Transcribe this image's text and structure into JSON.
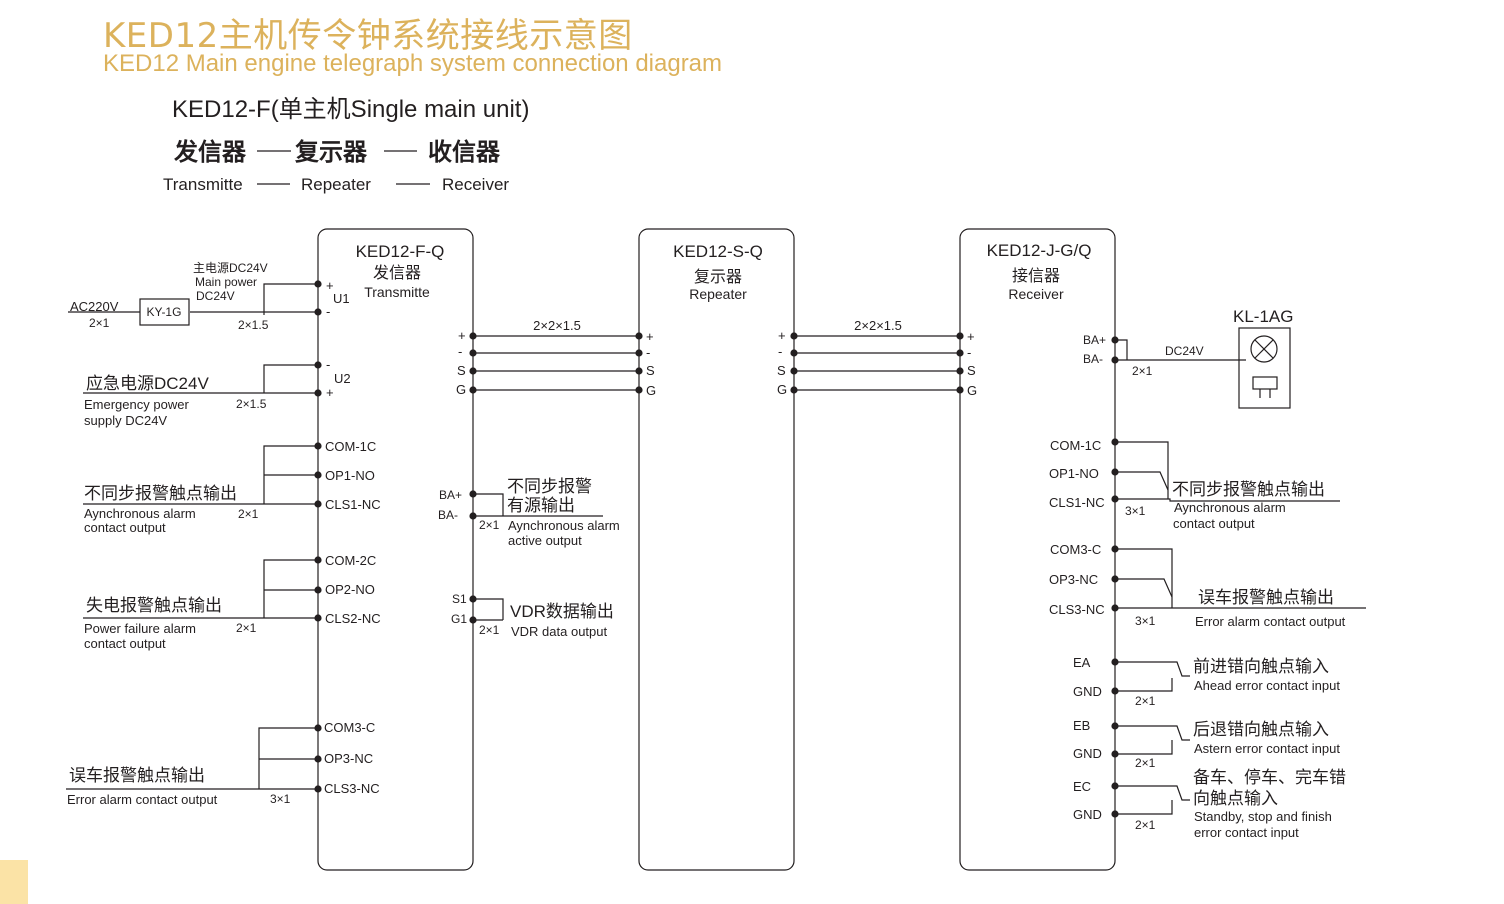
{
  "title": {
    "zh": "KED12主机传令钟系统接线示意图",
    "en": "KED12 Main engine telegraph system connection diagram"
  },
  "subtitle": {
    "model": "KED12-F(单主机Single main unit)",
    "chain_zh": [
      "发信器",
      "复示器",
      "收信器"
    ],
    "chain_en": [
      "Transmitte",
      "Repeater",
      "Receiver"
    ]
  },
  "units": [
    {
      "model": "KED12-F-Q",
      "zh": "发信器",
      "en": "Transmitte"
    },
    {
      "model": "KED12-S-Q",
      "zh": "复示器",
      "en": "Repeater"
    },
    {
      "model": "KED12-J-G/Q",
      "zh": "接信器",
      "en": "Receiver"
    }
  ],
  "transmitter": {
    "u1": {
      "label": "U1",
      "pins": [
        "+",
        "-"
      ]
    },
    "u2": {
      "label": "U2",
      "pins": [
        "-",
        "+"
      ]
    },
    "main_power": [
      "主电源DC24V",
      "Main power",
      "DC24V"
    ],
    "ac_input": "AC220V",
    "ac_cable": "2×1",
    "ky_module": "KY-1G",
    "main_cable": "2×1.5",
    "emergency": {
      "zh": "应急电源DC24V",
      "en": [
        "Emergency power",
        "supply DC24V"
      ],
      "cable": "2×1.5"
    },
    "async": {
      "pins": [
        "COM-1C",
        "OP1-NO",
        "CLS1-NC"
      ],
      "zh": "不同步报警触点输出",
      "en": [
        "Aynchronous alarm",
        "contact output"
      ],
      "cable": "2×1"
    },
    "power_fail": {
      "pins": [
        "COM-2C",
        "OP2-NO",
        "CLS2-NC"
      ],
      "zh": "失电报警触点输出",
      "en": [
        "Power failure alarm",
        "contact output"
      ],
      "cable": "2×1"
    },
    "error": {
      "pins": [
        "COM3-C",
        "OP3-NC",
        "CLS3-NC"
      ],
      "zh": "误车报警触点输出",
      "en": "Error alarm contact output",
      "cable": "3×1"
    }
  },
  "bus": {
    "pins": [
      "+",
      "-",
      "S",
      "G"
    ],
    "cable": "2×2×1.5"
  },
  "tx_right": {
    "active_alarm": {
      "pins": [
        "BA+",
        "BA-"
      ],
      "zh": [
        "不同步报警",
        "有源输出"
      ],
      "en": [
        "Aynchronous alarm",
        "active output"
      ],
      "cable": "2×1"
    },
    "vdr": {
      "pins": [
        "S1",
        "G1"
      ],
      "zh": "VDR数据输出",
      "en": "VDR data output",
      "cable": "2×1"
    }
  },
  "receiver": {
    "lamp": {
      "model": "KL-1AG",
      "pins": [
        "BA+",
        "BA-"
      ],
      "voltage": "DC24V",
      "cable": "2×1"
    },
    "async": {
      "pins": [
        "COM-1C",
        "OP1-NO",
        "CLS1-NC"
      ],
      "zh": "不同步报警触点输出",
      "en": [
        "Aynchronous alarm",
        "contact output"
      ],
      "cable": "3×1"
    },
    "error": {
      "pins": [
        "COM3-C",
        "OP3-NC",
        "CLS3-NC"
      ],
      "zh": "误车报警触点输出",
      "en": "Error alarm contact output",
      "cable": "3×1"
    },
    "ahead": {
      "pins": [
        "EA",
        "GND"
      ],
      "zh": "前进错向触点输入",
      "en": "Ahead error contact input",
      "cable": "2×1"
    },
    "astern": {
      "pins": [
        "EB",
        "GND"
      ],
      "zh": "后退错向触点输入",
      "en": "Astern error contact input",
      "cable": "2×1"
    },
    "standby": {
      "pins": [
        "EC",
        "GND"
      ],
      "zh": [
        "备车、停车、完车错",
        "向触点输入"
      ],
      "en": [
        "Standby, stop and finish",
        "error contact input"
      ],
      "cable": "2×1"
    }
  },
  "colors": {
    "title": "#dcb25c",
    "line": "#231f20",
    "corner": "#fbe3a6"
  }
}
